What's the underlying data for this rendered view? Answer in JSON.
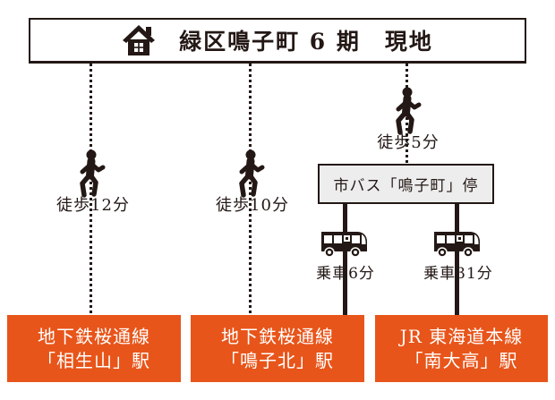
{
  "site": {
    "title": "緑区鳴子町 6 期　現地",
    "icon": "house-icon"
  },
  "walks": {
    "left": {
      "label": "徒歩12分"
    },
    "mid": {
      "label": "徒歩10分"
    },
    "right": {
      "label": "徒歩5分"
    }
  },
  "bus_stop": {
    "label": "市バス「鳴子町」停"
  },
  "rides": {
    "left": {
      "label": "乗車6分"
    },
    "right": {
      "label": "乗車31分"
    }
  },
  "stations": [
    {
      "line1": "地下鉄桜通線",
      "line2": "「相生山」駅"
    },
    {
      "line1": "地下鉄桜通線",
      "line2": "「鳴子北」駅"
    },
    {
      "line1": "JR 東海道本線",
      "line2": "「南大高」駅"
    }
  ],
  "colors": {
    "accent_orange": "#e8551a",
    "ink_black": "#231815",
    "busstop_gray": "#ededed"
  }
}
